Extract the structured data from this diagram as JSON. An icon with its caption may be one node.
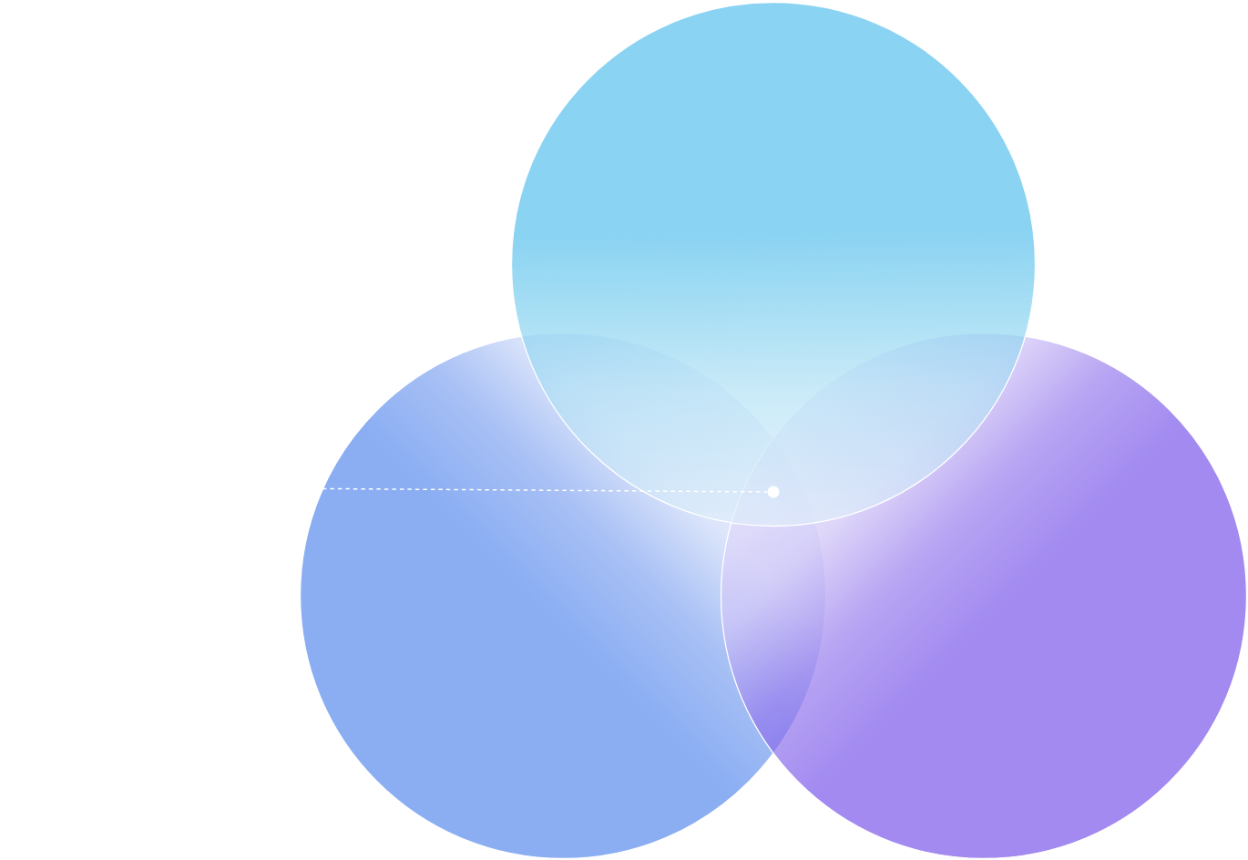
{
  "diagram": {
    "nodes": [
      {
        "text": [],
        "shape": "circle"
      },
      {
        "text": [],
        "shape": "circle"
      },
      {
        "text": [],
        "shape": "circle"
      },
      {
        "text": [],
        "shape": "circle"
      }
    ],
    "edges": [
      {
        "from": 1,
        "to": 3,
        "arrow": "none",
        "style": "dashed",
        "color": "#ffffff"
      }
    ]
  }
}
